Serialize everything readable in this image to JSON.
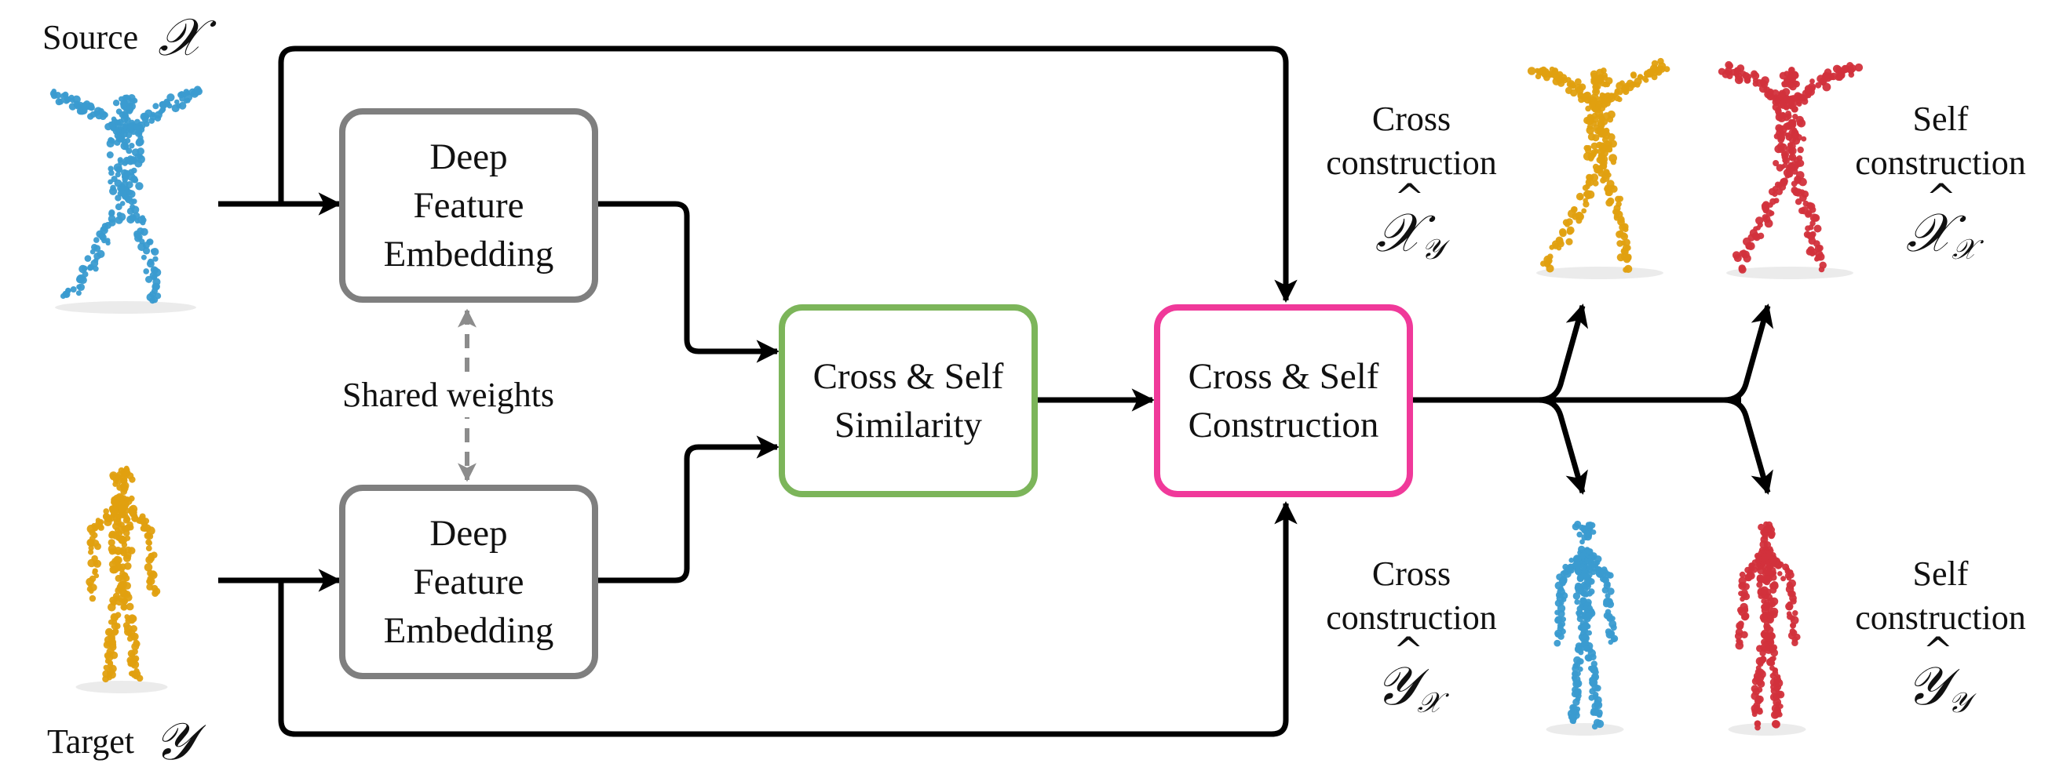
{
  "inputs": {
    "source_label": "Source",
    "source_symbol": "𝒳",
    "target_label": "Target",
    "target_symbol": "𝒴"
  },
  "boxes": {
    "embed_top": [
      "Deep",
      "Feature",
      "Embedding"
    ],
    "embed_bottom": [
      "Deep",
      "Feature",
      "Embedding"
    ],
    "similarity": [
      "Cross & Self",
      "Similarity"
    ],
    "construction": [
      "Cross & Self",
      "Construction"
    ]
  },
  "shared_weights": "Shared weights",
  "outputs": {
    "top_left": {
      "lines": [
        "Cross",
        "construction"
      ],
      "base": "𝒳",
      "sub": "𝒴"
    },
    "top_right": {
      "lines": [
        "Self",
        "construction"
      ],
      "base": "𝒳",
      "sub": "𝒳"
    },
    "bottom_left": {
      "lines": [
        "Cross",
        "construction"
      ],
      "base": "𝒴",
      "sub": "𝒳"
    },
    "bottom_right": {
      "lines": [
        "Self",
        "construction"
      ],
      "base": "𝒴",
      "sub": "𝒴"
    }
  },
  "colors": {
    "source_cloud": "#3a9bd0",
    "target_cloud": "#e0a010",
    "self_cloud": "#d2323c",
    "embed_border": "#7f7f7f",
    "similarity_border": "#7cb55a",
    "construction_border": "#f0399a",
    "shared_arrow": "#8c8c8c"
  },
  "icons": {
    "source": "point-cloud-human-jumping",
    "target": "point-cloud-human-standing"
  }
}
